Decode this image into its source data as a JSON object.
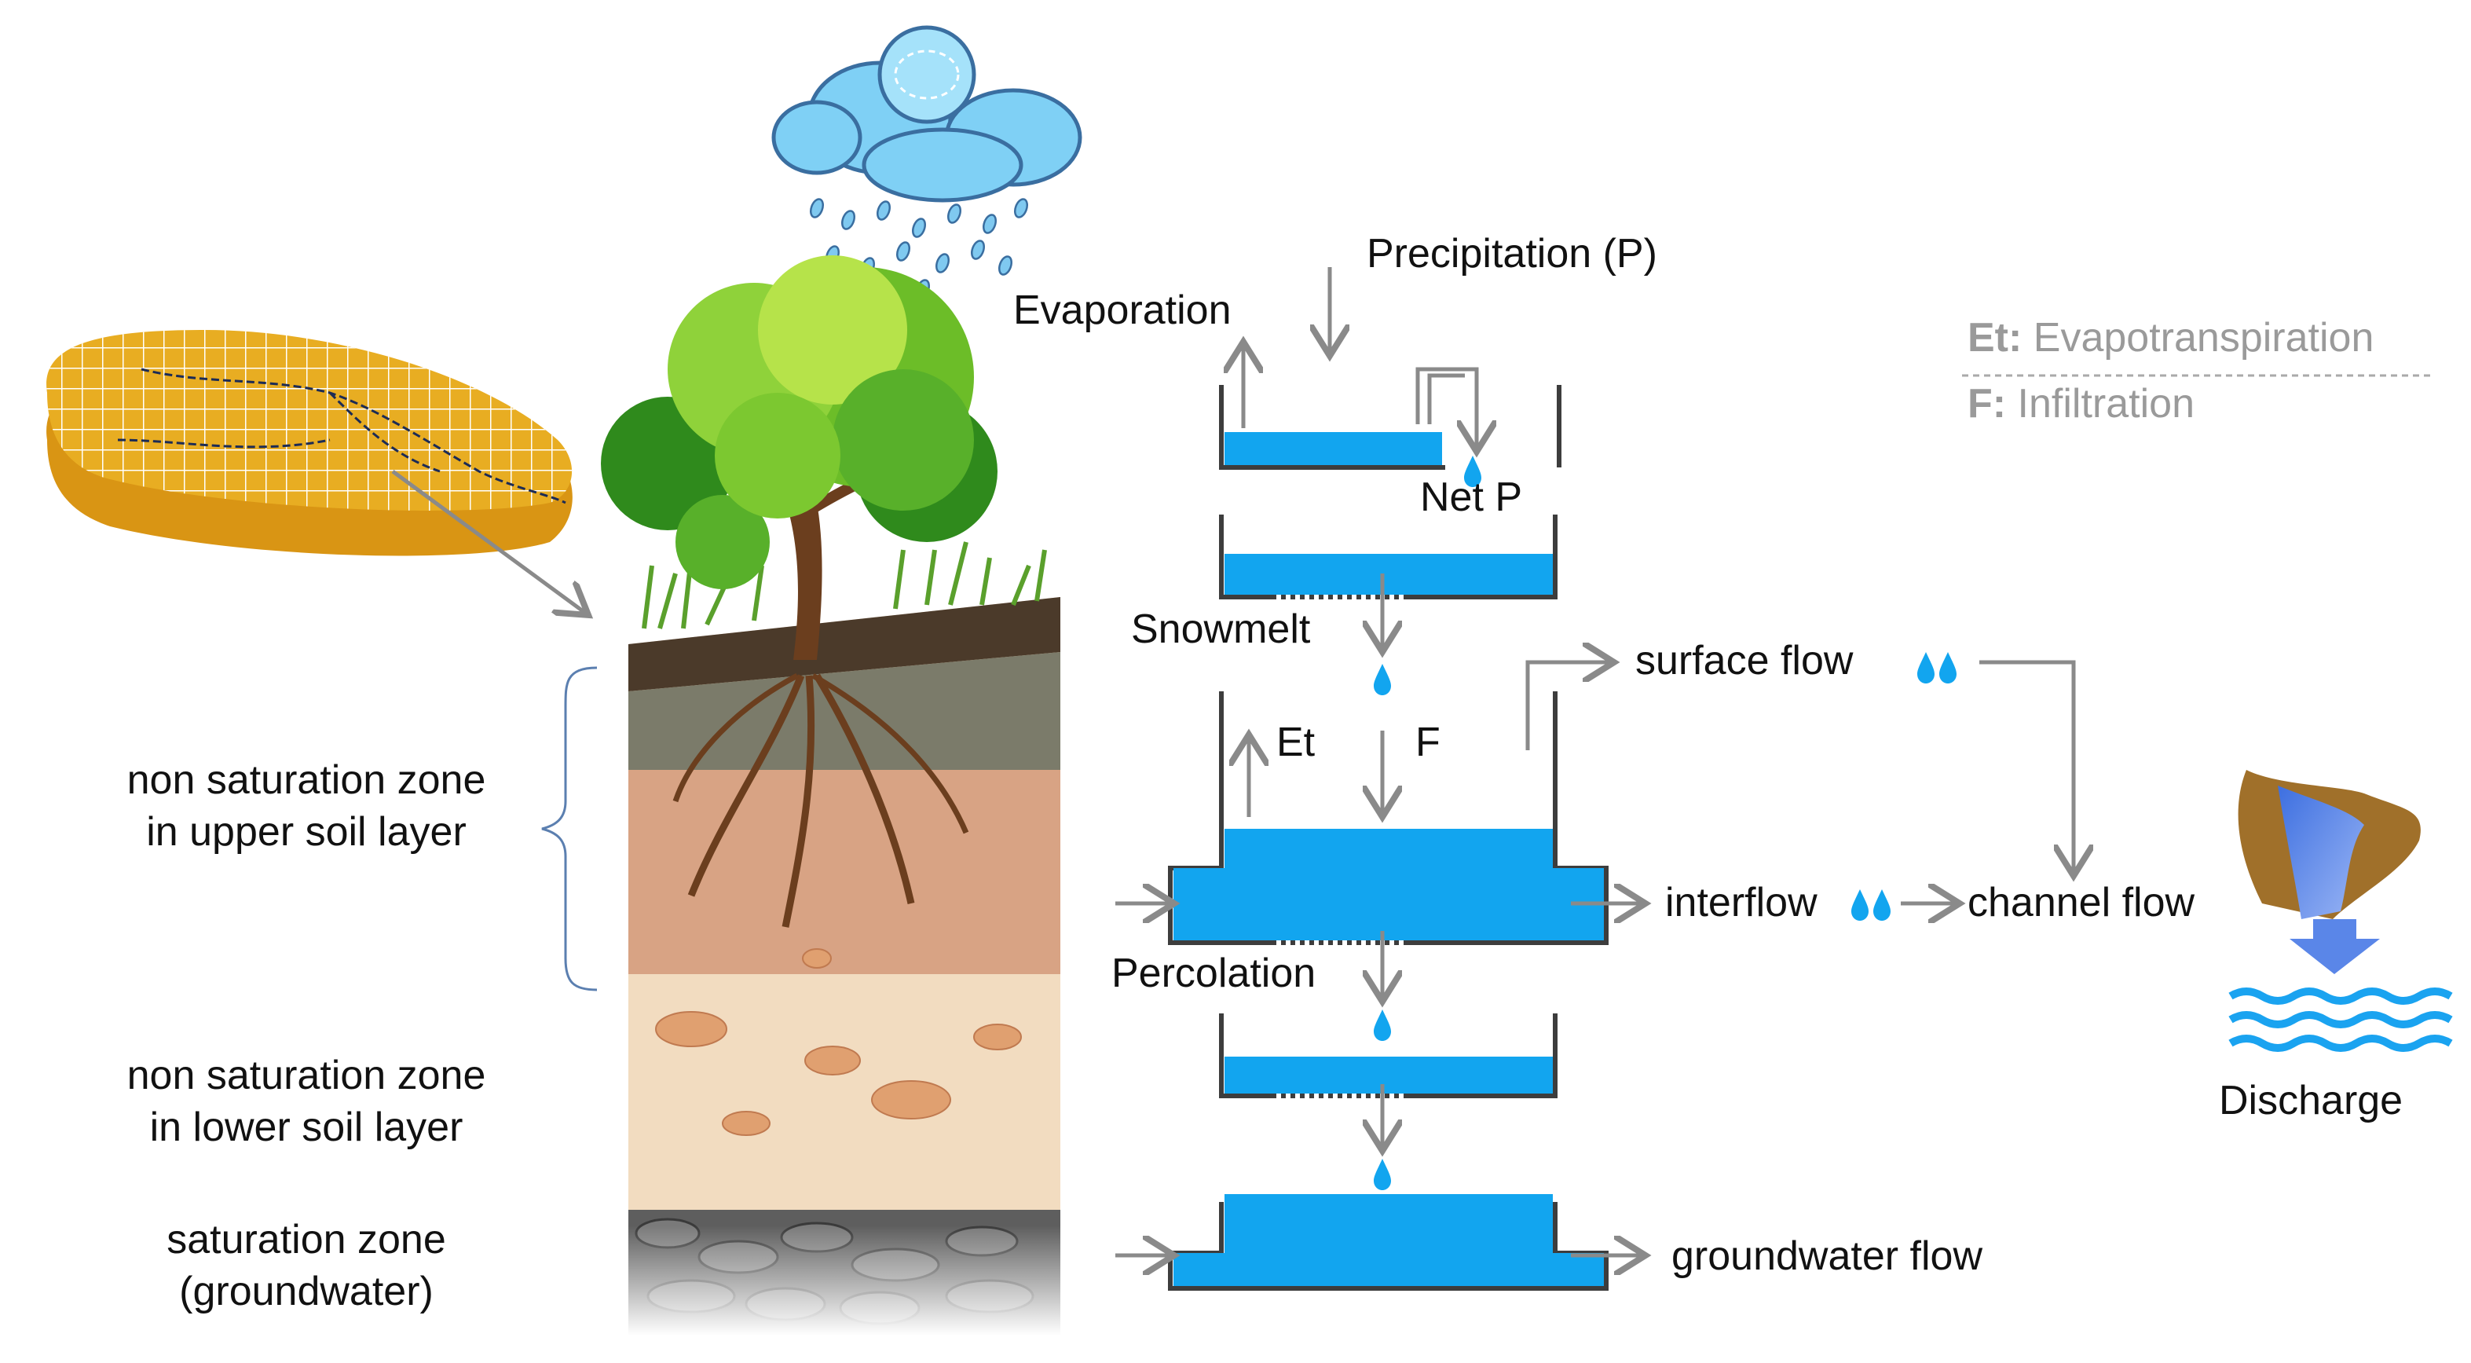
{
  "labels": {
    "precipitation": "Precipitation (P)",
    "evaporation": "Evaporation",
    "net_p": "Net P",
    "snowmelt": "Snowmelt",
    "et": "Et",
    "f": "F",
    "surface_flow": "surface flow",
    "interflow": "interflow",
    "channel_flow": "channel flow",
    "percolation": "Percolation",
    "groundwater_flow": "groundwater flow",
    "discharge": "Discharge"
  },
  "zones": {
    "upper_line1": "non saturation zone",
    "upper_line2": "in upper soil layer",
    "lower_line1": "non saturation zone",
    "lower_line2": "in lower soil layer",
    "sat_line1": "saturation zone",
    "sat_line2": "(groundwater)"
  },
  "legend": {
    "et_key": "Et:",
    "et_value": "Evapotranspiration",
    "f_key": "F:",
    "f_value": "Infiltration"
  },
  "colors": {
    "water": "#12a5ef",
    "arrow": "#8a8a8a",
    "tank_wall": "#404040",
    "catchment": "#e5a91f",
    "soil_top": "#4a3a2a",
    "soil_upper": "#d8a080",
    "soil_lower": "#f2dcc0",
    "gravel": "#5a5a5a",
    "discharge_water": "#1aa3f0"
  }
}
